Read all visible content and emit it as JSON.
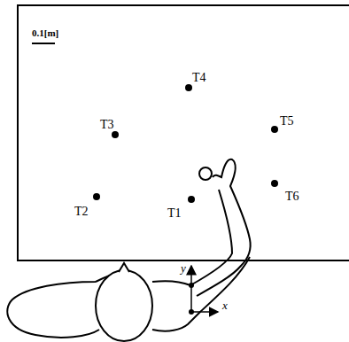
{
  "diagram": {
    "labels": [
      "0.1[m]",
      "T4",
      "T3",
      "T5",
      "T6",
      "T2",
      "T1",
      "y",
      "x"
    ]
  }
}
